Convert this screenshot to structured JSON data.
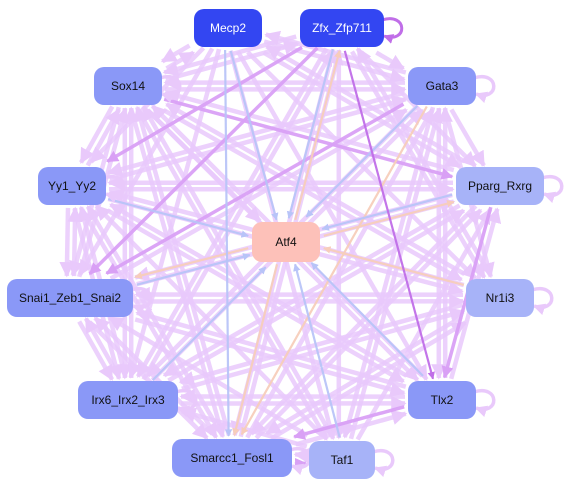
{
  "graph": {
    "colors": {
      "edge_weak": "#e9c9fb",
      "edge_medium": "#d9a0f5",
      "edge_strong": "#c06ee8",
      "edge_blue": "#b8c4f8",
      "edge_peach": "#f7cdbb",
      "node_dark": "#3346f2",
      "node_mid": "#8a98f7",
      "node_light": "#a7b3f8",
      "node_center": "#fdc1b9"
    },
    "nodes": [
      {
        "id": "mecp2",
        "label": "Mecp2",
        "tone": "dark",
        "self_loop": false
      },
      {
        "id": "zfx",
        "label": "Zfx_Zfp711",
        "tone": "dark",
        "self_loop": true
      },
      {
        "id": "gata3",
        "label": "Gata3",
        "tone": "mid",
        "self_loop": true
      },
      {
        "id": "pparg",
        "label": "Pparg_Rxrg",
        "tone": "light",
        "self_loop": true
      },
      {
        "id": "nr1i3",
        "label": "Nr1i3",
        "tone": "light",
        "self_loop": true
      },
      {
        "id": "tlx2",
        "label": "Tlx2",
        "tone": "mid",
        "self_loop": true
      },
      {
        "id": "taf1",
        "label": "Taf1",
        "tone": "light",
        "self_loop": true
      },
      {
        "id": "smarcc1",
        "label": "Smarcc1_Fosl1",
        "tone": "mid",
        "self_loop": true
      },
      {
        "id": "irx6",
        "label": "Irx6_Irx2_Irx3",
        "tone": "mid",
        "self_loop": true
      },
      {
        "id": "snai1",
        "label": "Snai1_Zeb1_Snai2",
        "tone": "mid",
        "self_loop": true
      },
      {
        "id": "yy1",
        "label": "Yy1_Yy2",
        "tone": "mid",
        "self_loop": true
      },
      {
        "id": "sox14",
        "label": "Sox14",
        "tone": "mid",
        "self_loop": true
      },
      {
        "id": "atf4",
        "label": "Atf4",
        "tone": "center",
        "self_loop": false
      }
    ],
    "edges": [
      {
        "from": "mecp2",
        "to": "atf4",
        "style": "blue"
      },
      {
        "from": "zfx",
        "to": "atf4",
        "style": "blue"
      },
      {
        "from": "sox14",
        "to": "atf4",
        "style": "weak"
      },
      {
        "from": "yy1",
        "to": "atf4",
        "style": "blue"
      },
      {
        "from": "gata3",
        "to": "atf4",
        "style": "blue"
      },
      {
        "from": "pparg",
        "to": "atf4",
        "style": "blue"
      },
      {
        "from": "nr1i3",
        "to": "atf4",
        "style": "peach"
      },
      {
        "from": "tlx2",
        "to": "atf4",
        "style": "blue"
      },
      {
        "from": "taf1",
        "to": "atf4",
        "style": "blue"
      },
      {
        "from": "irx6",
        "to": "atf4",
        "style": "blue"
      },
      {
        "from": "snai1",
        "to": "atf4",
        "style": "blue"
      },
      {
        "from": "atf4",
        "to": "smarcc1",
        "style": "peach"
      },
      {
        "from": "atf4",
        "to": "snai1",
        "style": "peach"
      },
      {
        "from": "atf4",
        "to": "zfx",
        "style": "peach"
      },
      {
        "from": "atf4",
        "to": "pparg",
        "style": "peach"
      },
      {
        "from": "zfx",
        "to": "tlx2",
        "style": "strong"
      },
      {
        "from": "zfx",
        "to": "sox14",
        "style": "weak"
      },
      {
        "from": "zfx",
        "to": "yy1",
        "style": "medium"
      },
      {
        "from": "zfx",
        "to": "snai1",
        "style": "medium"
      },
      {
        "from": "zfx",
        "to": "irx6",
        "style": "weak"
      },
      {
        "from": "zfx",
        "to": "smarcc1",
        "style": "weak"
      },
      {
        "from": "zfx",
        "to": "taf1",
        "style": "weak"
      },
      {
        "from": "zfx",
        "to": "pparg",
        "style": "weak"
      },
      {
        "from": "zfx",
        "to": "nr1i3",
        "style": "weak"
      },
      {
        "from": "zfx",
        "to": "gata3",
        "style": "weak"
      },
      {
        "from": "mecp2",
        "to": "gata3",
        "style": "weak"
      },
      {
        "from": "mecp2",
        "to": "pparg",
        "style": "weak"
      },
      {
        "from": "mecp2",
        "to": "nr1i3",
        "style": "weak"
      },
      {
        "from": "mecp2",
        "to": "tlx2",
        "style": "weak"
      },
      {
        "from": "mecp2",
        "to": "smarcc1",
        "style": "blue"
      },
      {
        "from": "mecp2",
        "to": "irx6",
        "style": "weak"
      },
      {
        "from": "mecp2",
        "to": "snai1",
        "style": "weak"
      },
      {
        "from": "mecp2",
        "to": "yy1",
        "style": "weak"
      },
      {
        "from": "mecp2",
        "to": "sox14",
        "style": "weak"
      },
      {
        "from": "mecp2",
        "to": "taf1",
        "style": "weak"
      },
      {
        "from": "sox14",
        "to": "mecp2",
        "style": "weak"
      },
      {
        "from": "sox14",
        "to": "zfx",
        "style": "weak"
      },
      {
        "from": "sox14",
        "to": "gata3",
        "style": "weak"
      },
      {
        "from": "sox14",
        "to": "pparg",
        "style": "medium"
      },
      {
        "from": "sox14",
        "to": "nr1i3",
        "style": "weak"
      },
      {
        "from": "sox14",
        "to": "tlx2",
        "style": "weak"
      },
      {
        "from": "sox14",
        "to": "taf1",
        "style": "weak"
      },
      {
        "from": "sox14",
        "to": "smarcc1",
        "style": "weak"
      },
      {
        "from": "sox14",
        "to": "irx6",
        "style": "weak"
      },
      {
        "from": "sox14",
        "to": "snai1",
        "style": "weak"
      },
      {
        "from": "sox14",
        "to": "yy1",
        "style": "weak"
      },
      {
        "from": "gata3",
        "to": "mecp2",
        "style": "weak"
      },
      {
        "from": "gata3",
        "to": "sox14",
        "style": "weak"
      },
      {
        "from": "gata3",
        "to": "yy1",
        "style": "weak"
      },
      {
        "from": "gata3",
        "to": "snai1",
        "style": "medium"
      },
      {
        "from": "gata3",
        "to": "irx6",
        "style": "weak"
      },
      {
        "from": "gata3",
        "to": "smarcc1",
        "style": "peach"
      },
      {
        "from": "gata3",
        "to": "taf1",
        "style": "weak"
      },
      {
        "from": "gata3",
        "to": "tlx2",
        "style": "weak"
      },
      {
        "from": "gata3",
        "to": "nr1i3",
        "style": "weak"
      },
      {
        "from": "gata3",
        "to": "pparg",
        "style": "weak"
      },
      {
        "from": "pparg",
        "to": "sox14",
        "style": "weak"
      },
      {
        "from": "pparg",
        "to": "yy1",
        "style": "weak"
      },
      {
        "from": "pparg",
        "to": "snai1",
        "style": "weak"
      },
      {
        "from": "pparg",
        "to": "irx6",
        "style": "weak"
      },
      {
        "from": "pparg",
        "to": "smarcc1",
        "style": "weak"
      },
      {
        "from": "pparg",
        "to": "tlx2",
        "style": "medium"
      },
      {
        "from": "pparg",
        "to": "mecp2",
        "style": "weak"
      },
      {
        "from": "nr1i3",
        "to": "snai1",
        "style": "weak"
      },
      {
        "from": "nr1i3",
        "to": "yy1",
        "style": "weak"
      },
      {
        "from": "nr1i3",
        "to": "irx6",
        "style": "weak"
      },
      {
        "from": "nr1i3",
        "to": "smarcc1",
        "style": "weak"
      },
      {
        "from": "nr1i3",
        "to": "zfx",
        "style": "weak"
      },
      {
        "from": "nr1i3",
        "to": "sox14",
        "style": "weak"
      },
      {
        "from": "tlx2",
        "to": "snai1",
        "style": "weak"
      },
      {
        "from": "tlx2",
        "to": "irx6",
        "style": "weak"
      },
      {
        "from": "tlx2",
        "to": "smarcc1",
        "style": "medium"
      },
      {
        "from": "tlx2",
        "to": "yy1",
        "style": "weak"
      },
      {
        "from": "tlx2",
        "to": "sox14",
        "style": "weak"
      },
      {
        "from": "tlx2",
        "to": "gata3",
        "style": "weak"
      },
      {
        "from": "tlx2",
        "to": "pparg",
        "style": "weak"
      },
      {
        "from": "taf1",
        "to": "yy1",
        "style": "weak"
      },
      {
        "from": "taf1",
        "to": "snai1",
        "style": "weak"
      },
      {
        "from": "taf1",
        "to": "irx6",
        "style": "weak"
      },
      {
        "from": "taf1",
        "to": "sox14",
        "style": "weak"
      },
      {
        "from": "taf1",
        "to": "gata3",
        "style": "weak"
      },
      {
        "from": "taf1",
        "to": "pparg",
        "style": "weak"
      },
      {
        "from": "smarcc1",
        "to": "sox14",
        "style": "weak"
      },
      {
        "from": "smarcc1",
        "to": "yy1",
        "style": "weak"
      },
      {
        "from": "smarcc1",
        "to": "snai1",
        "style": "weak"
      },
      {
        "from": "smarcc1",
        "to": "zfx",
        "style": "weak"
      },
      {
        "from": "smarcc1",
        "to": "gata3",
        "style": "weak"
      },
      {
        "from": "smarcc1",
        "to": "pparg",
        "style": "weak"
      },
      {
        "from": "smarcc1",
        "to": "nr1i3",
        "style": "weak"
      },
      {
        "from": "smarcc1",
        "to": "tlx2",
        "style": "weak"
      },
      {
        "from": "irx6",
        "to": "sox14",
        "style": "weak"
      },
      {
        "from": "irx6",
        "to": "yy1",
        "style": "weak"
      },
      {
        "from": "irx6",
        "to": "snai1",
        "style": "weak"
      },
      {
        "from": "irx6",
        "to": "gata3",
        "style": "weak"
      },
      {
        "from": "irx6",
        "to": "pparg",
        "style": "weak"
      },
      {
        "from": "irx6",
        "to": "nr1i3",
        "style": "weak"
      },
      {
        "from": "irx6",
        "to": "tlx2",
        "style": "weak"
      },
      {
        "from": "irx6",
        "to": "zfx",
        "style": "weak"
      },
      {
        "from": "snai1",
        "to": "yy1",
        "style": "weak"
      },
      {
        "from": "snai1",
        "to": "sox14",
        "style": "weak"
      },
      {
        "from": "snai1",
        "to": "gata3",
        "style": "weak"
      },
      {
        "from": "snai1",
        "to": "pparg",
        "style": "weak"
      },
      {
        "from": "snai1",
        "to": "nr1i3",
        "style": "weak"
      },
      {
        "from": "snai1",
        "to": "tlx2",
        "style": "weak"
      },
      {
        "from": "snai1",
        "to": "irx6",
        "style": "weak"
      },
      {
        "from": "snai1",
        "to": "smarcc1",
        "style": "weak"
      },
      {
        "from": "yy1",
        "to": "snai1",
        "style": "weak"
      },
      {
        "from": "yy1",
        "to": "gata3",
        "style": "weak"
      },
      {
        "from": "yy1",
        "to": "pparg",
        "style": "weak"
      },
      {
        "from": "yy1",
        "to": "nr1i3",
        "style": "weak"
      },
      {
        "from": "yy1",
        "to": "tlx2",
        "style": "weak"
      },
      {
        "from": "yy1",
        "to": "irx6",
        "style": "weak"
      },
      {
        "from": "yy1",
        "to": "smarcc1",
        "style": "weak"
      },
      {
        "from": "yy1",
        "to": "sox14",
        "style": "weak"
      },
      {
        "from": "taf1",
        "to": "smarcc1",
        "style": "weak"
      },
      {
        "from": "smarcc1",
        "to": "taf1",
        "style": "medium"
      }
    ]
  }
}
